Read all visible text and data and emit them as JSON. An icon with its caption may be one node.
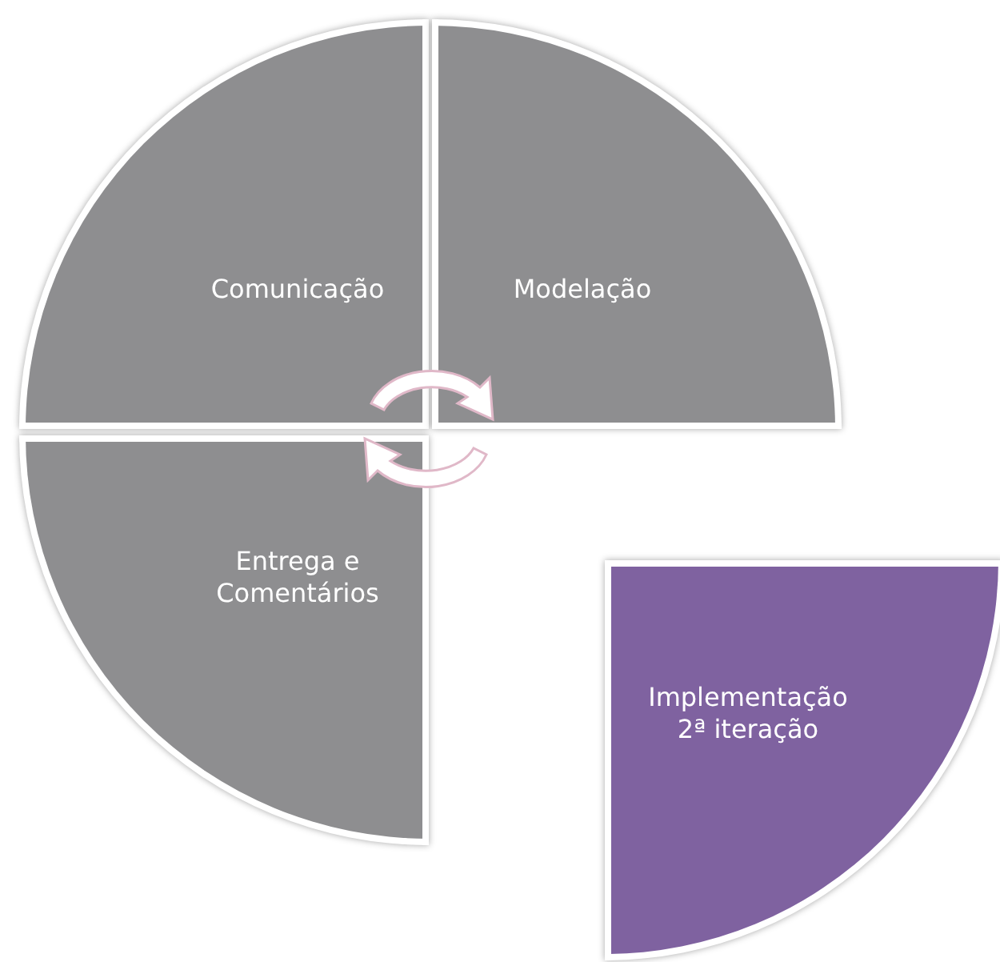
{
  "diagram": {
    "nodes": [
      {
        "text": [
          "Comunicação"
        ]
      },
      {
        "text": [
          "Modelação"
        ]
      },
      {
        "text": [
          "Entrega e Comentários"
        ]
      },
      {
        "text": [
          "Implementação 2ª iteração"
        ]
      }
    ]
  }
}
